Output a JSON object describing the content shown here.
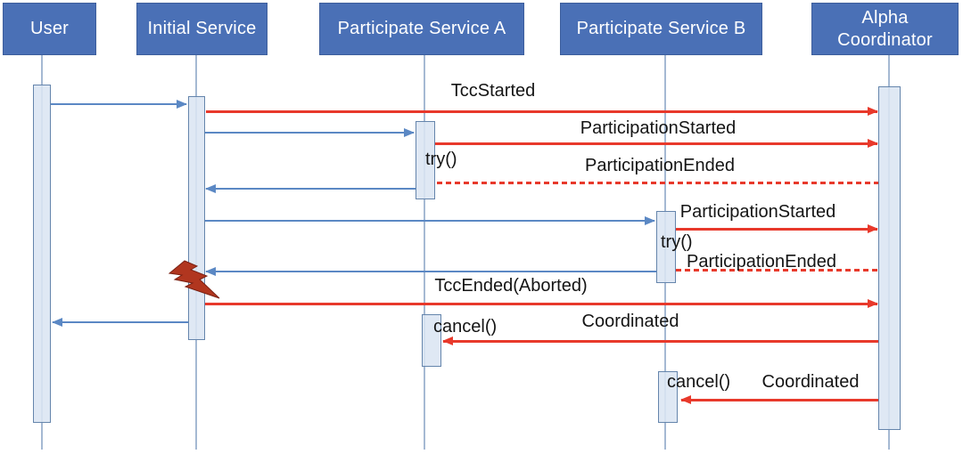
{
  "diagram_type": "sequence-diagram",
  "title_semantic": "TCC transaction aborted flow with Alpha Coordinator",
  "actors": [
    {
      "id": "user",
      "label": "User"
    },
    {
      "id": "initial",
      "label": "Initial Service"
    },
    {
      "id": "service_a",
      "label": "Participate Service A"
    },
    {
      "id": "service_b",
      "label": "Participate Service B"
    },
    {
      "id": "coordinator",
      "label": "Alpha Coordinator"
    }
  ],
  "messages": [
    {
      "label": "",
      "from": "user",
      "to": "initial",
      "style": "solid-blue"
    },
    {
      "label": "TccStarted",
      "from": "initial",
      "to": "coordinator",
      "style": "solid-red"
    },
    {
      "label": "",
      "from": "initial",
      "to": "service_a",
      "style": "solid-blue"
    },
    {
      "label": "ParticipationStarted",
      "from": "service_a",
      "to": "coordinator",
      "style": "solid-red"
    },
    {
      "label": "ParticipationEnded",
      "from": "service_a",
      "to": "coordinator",
      "style": "dashed-red"
    },
    {
      "label": "",
      "from": "service_a",
      "to": "initial",
      "style": "solid-blue"
    },
    {
      "label": "",
      "from": "initial",
      "to": "service_b",
      "style": "solid-blue"
    },
    {
      "label": "ParticipationStarted",
      "from": "service_b",
      "to": "coordinator",
      "style": "solid-red"
    },
    {
      "label": "ParticipationEnded",
      "from": "service_b",
      "to": "coordinator",
      "style": "dashed-red"
    },
    {
      "label": "",
      "from": "service_b",
      "to": "initial",
      "style": "solid-blue"
    },
    {
      "label": "TccEnded(Aborted)",
      "from": "initial",
      "to": "coordinator",
      "style": "solid-red"
    },
    {
      "label": "",
      "from": "initial",
      "to": "user",
      "style": "solid-blue"
    },
    {
      "label": "Coordinated",
      "from": "coordinator",
      "to": "service_a",
      "style": "solid-red"
    },
    {
      "label": "Coordinated",
      "from": "coordinator",
      "to": "service_b",
      "style": "solid-red"
    }
  ],
  "operations": [
    {
      "label": "try()",
      "actor": "service_a"
    },
    {
      "label": "try()",
      "actor": "service_b"
    },
    {
      "label": "cancel()",
      "actor": "service_a"
    },
    {
      "label": "cancel()",
      "actor": "service_b"
    }
  ],
  "icons": [
    {
      "name": "lightning-bolt-icon",
      "meaning": "failure/abort at Initial Service"
    }
  ],
  "colors": {
    "actor_fill": "#4A70B6",
    "actor_text": "#FFFFFF",
    "activation_fill": "#DBE5F2",
    "activation_border": "#6585AC",
    "lifeline": "#A5B9D3",
    "invoke_arrow_blue": "#5B88C4",
    "event_arrow_red": "#E8392B",
    "bolt_fill": "#B1361F",
    "label_text": "#141414"
  }
}
